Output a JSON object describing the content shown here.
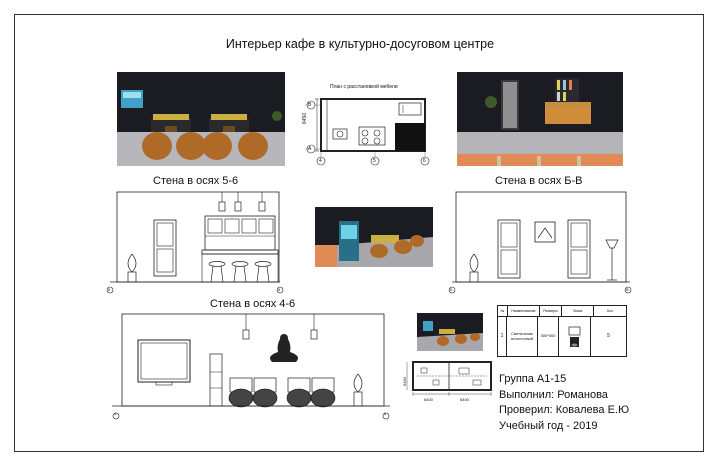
{
  "sheet": {
    "title": "Интерьер кафе в культурно-досуговом центре",
    "plan_title": "План с расстановкой мебели",
    "elev_1_title": "Стена в осях 5-6",
    "elev_2_title": "Стена в осях Б-В",
    "elev_3_title": "Стена в осях 4-6"
  },
  "plan": {
    "dim_vertical": "6450",
    "axes_left": [
      "В",
      "А"
    ],
    "axes_bottom": [
      "4",
      "5",
      "6"
    ]
  },
  "elev_axes": {
    "e1": [
      "5",
      "6"
    ],
    "e2": [
      "Б",
      "В"
    ],
    "e3": [
      "4",
      "6"
    ]
  },
  "spec_table": {
    "headers": [
      "№",
      "Наименование",
      "Размеры",
      "Эскиз",
      "Кол"
    ],
    "row": {
      "n": "1",
      "name": "Светильник потолочный",
      "size": "300*300",
      "count": "5"
    }
  },
  "bottom_plan": {
    "dims": [
      "6400",
      "6400"
    ],
    "side_dim": "6450"
  },
  "credits": {
    "group": "Группа А1-15",
    "author": "Выполнил: Романова",
    "checker": "Проверил: Ковалева Е.Ю",
    "year": "Учебный год - 2019"
  },
  "colors": {
    "render_dark": "#1b1b22",
    "floor_gray": "#b8b8bc",
    "sofa_orange": "#b06a28",
    "accent_yellow": "#d8c248",
    "floor_glow": "#e08a55"
  }
}
